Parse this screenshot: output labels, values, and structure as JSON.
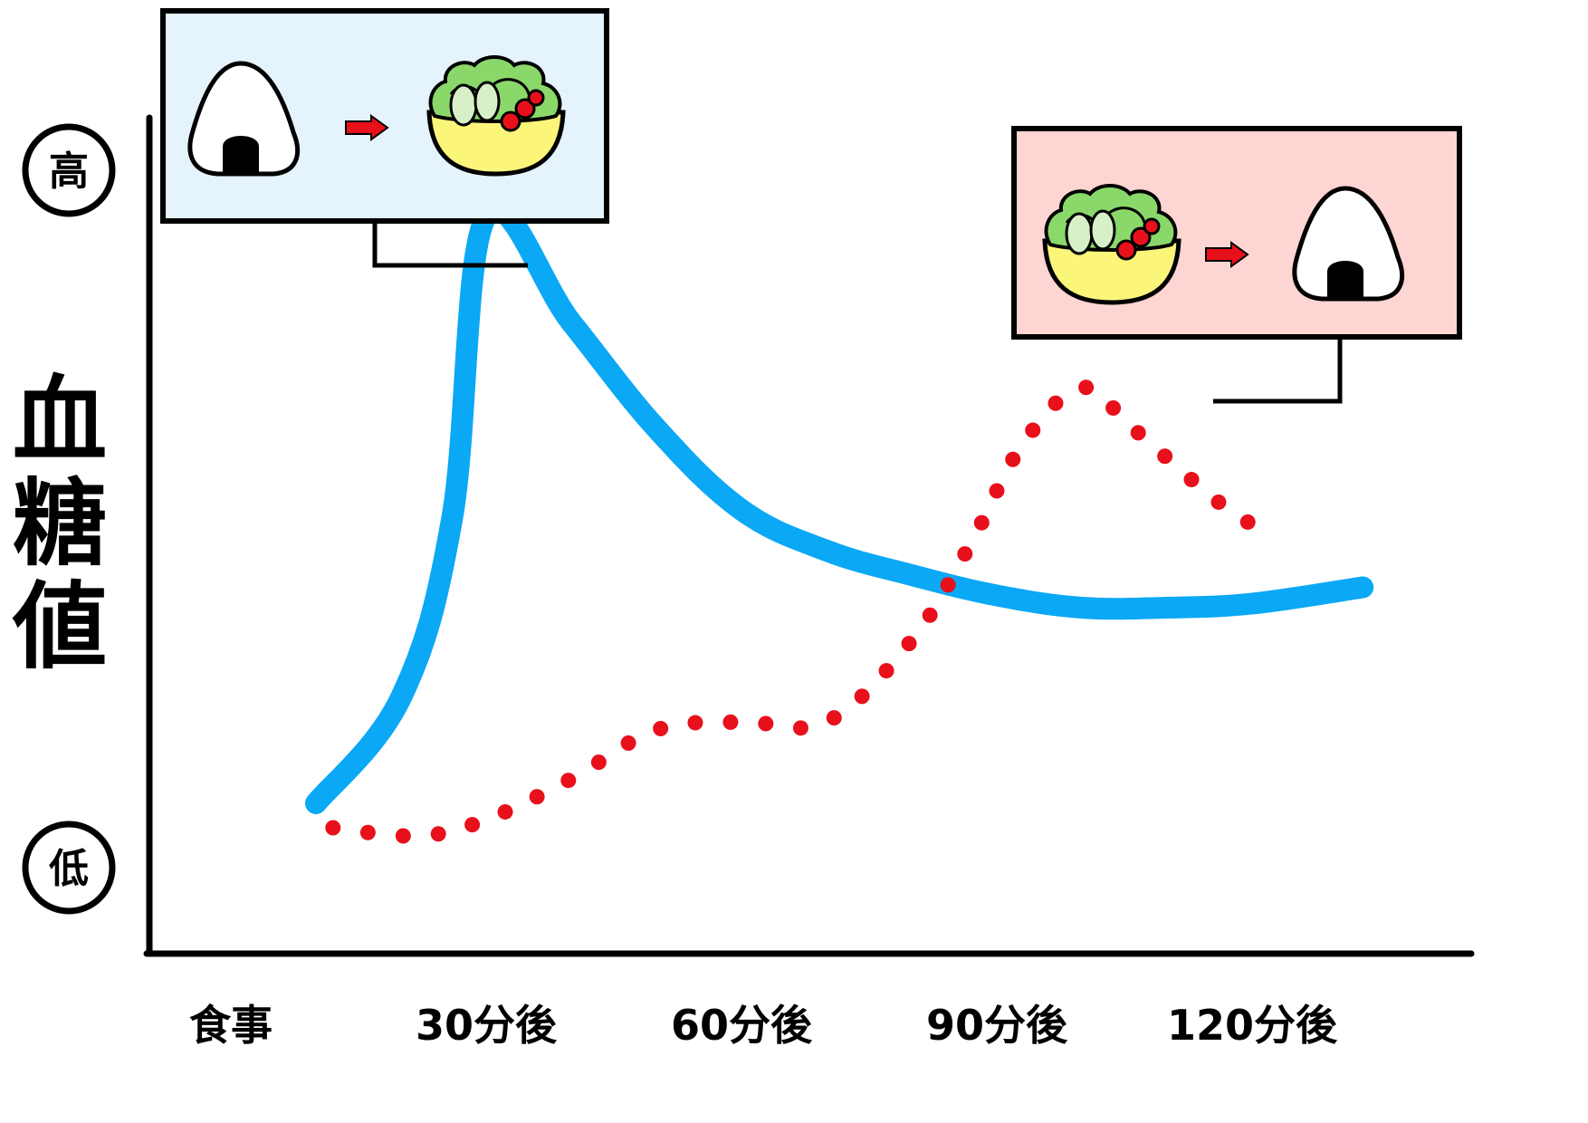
{
  "chart_data": {
    "type": "line",
    "ylabel": "血糖値",
    "y_high_label": "高",
    "y_low_label": "低",
    "categories": [
      "食事",
      "30分後",
      "60分後",
      "90分後",
      "120分後"
    ],
    "x_range_minutes": [
      0,
      135
    ],
    "y_range": [
      0,
      100
    ],
    "grid": false,
    "series": [
      {
        "style": "solid",
        "color": "#0aa8f5",
        "legend_sequence": [
          "onigiri",
          "salad"
        ],
        "points": [
          {
            "x": 10,
            "y": 17
          },
          {
            "x": 20,
            "y": 30
          },
          {
            "x": 26,
            "y": 52
          },
          {
            "x": 30,
            "y": 89
          },
          {
            "x": 40,
            "y": 76
          },
          {
            "x": 50,
            "y": 63
          },
          {
            "x": 60,
            "y": 53
          },
          {
            "x": 70,
            "y": 48
          },
          {
            "x": 80,
            "y": 45
          },
          {
            "x": 90,
            "y": 42.5
          },
          {
            "x": 100,
            "y": 41
          },
          {
            "x": 110,
            "y": 41
          },
          {
            "x": 120,
            "y": 41.5
          },
          {
            "x": 133,
            "y": 43.5
          }
        ]
      },
      {
        "style": "dotted",
        "color": "#e8101b",
        "legend_sequence": [
          "salad",
          "onigiri"
        ],
        "points": [
          {
            "x": 12,
            "y": 14
          },
          {
            "x": 22,
            "y": 13
          },
          {
            "x": 30,
            "y": 15
          },
          {
            "x": 40,
            "y": 20
          },
          {
            "x": 50,
            "y": 26
          },
          {
            "x": 60,
            "y": 27
          },
          {
            "x": 70,
            "y": 27
          },
          {
            "x": 80,
            "y": 37
          },
          {
            "x": 87,
            "y": 49
          },
          {
            "x": 93,
            "y": 61
          },
          {
            "x": 100,
            "y": 68
          },
          {
            "x": 106,
            "y": 63
          },
          {
            "x": 116,
            "y": 54
          },
          {
            "x": 122,
            "y": 50
          }
        ]
      }
    ]
  }
}
